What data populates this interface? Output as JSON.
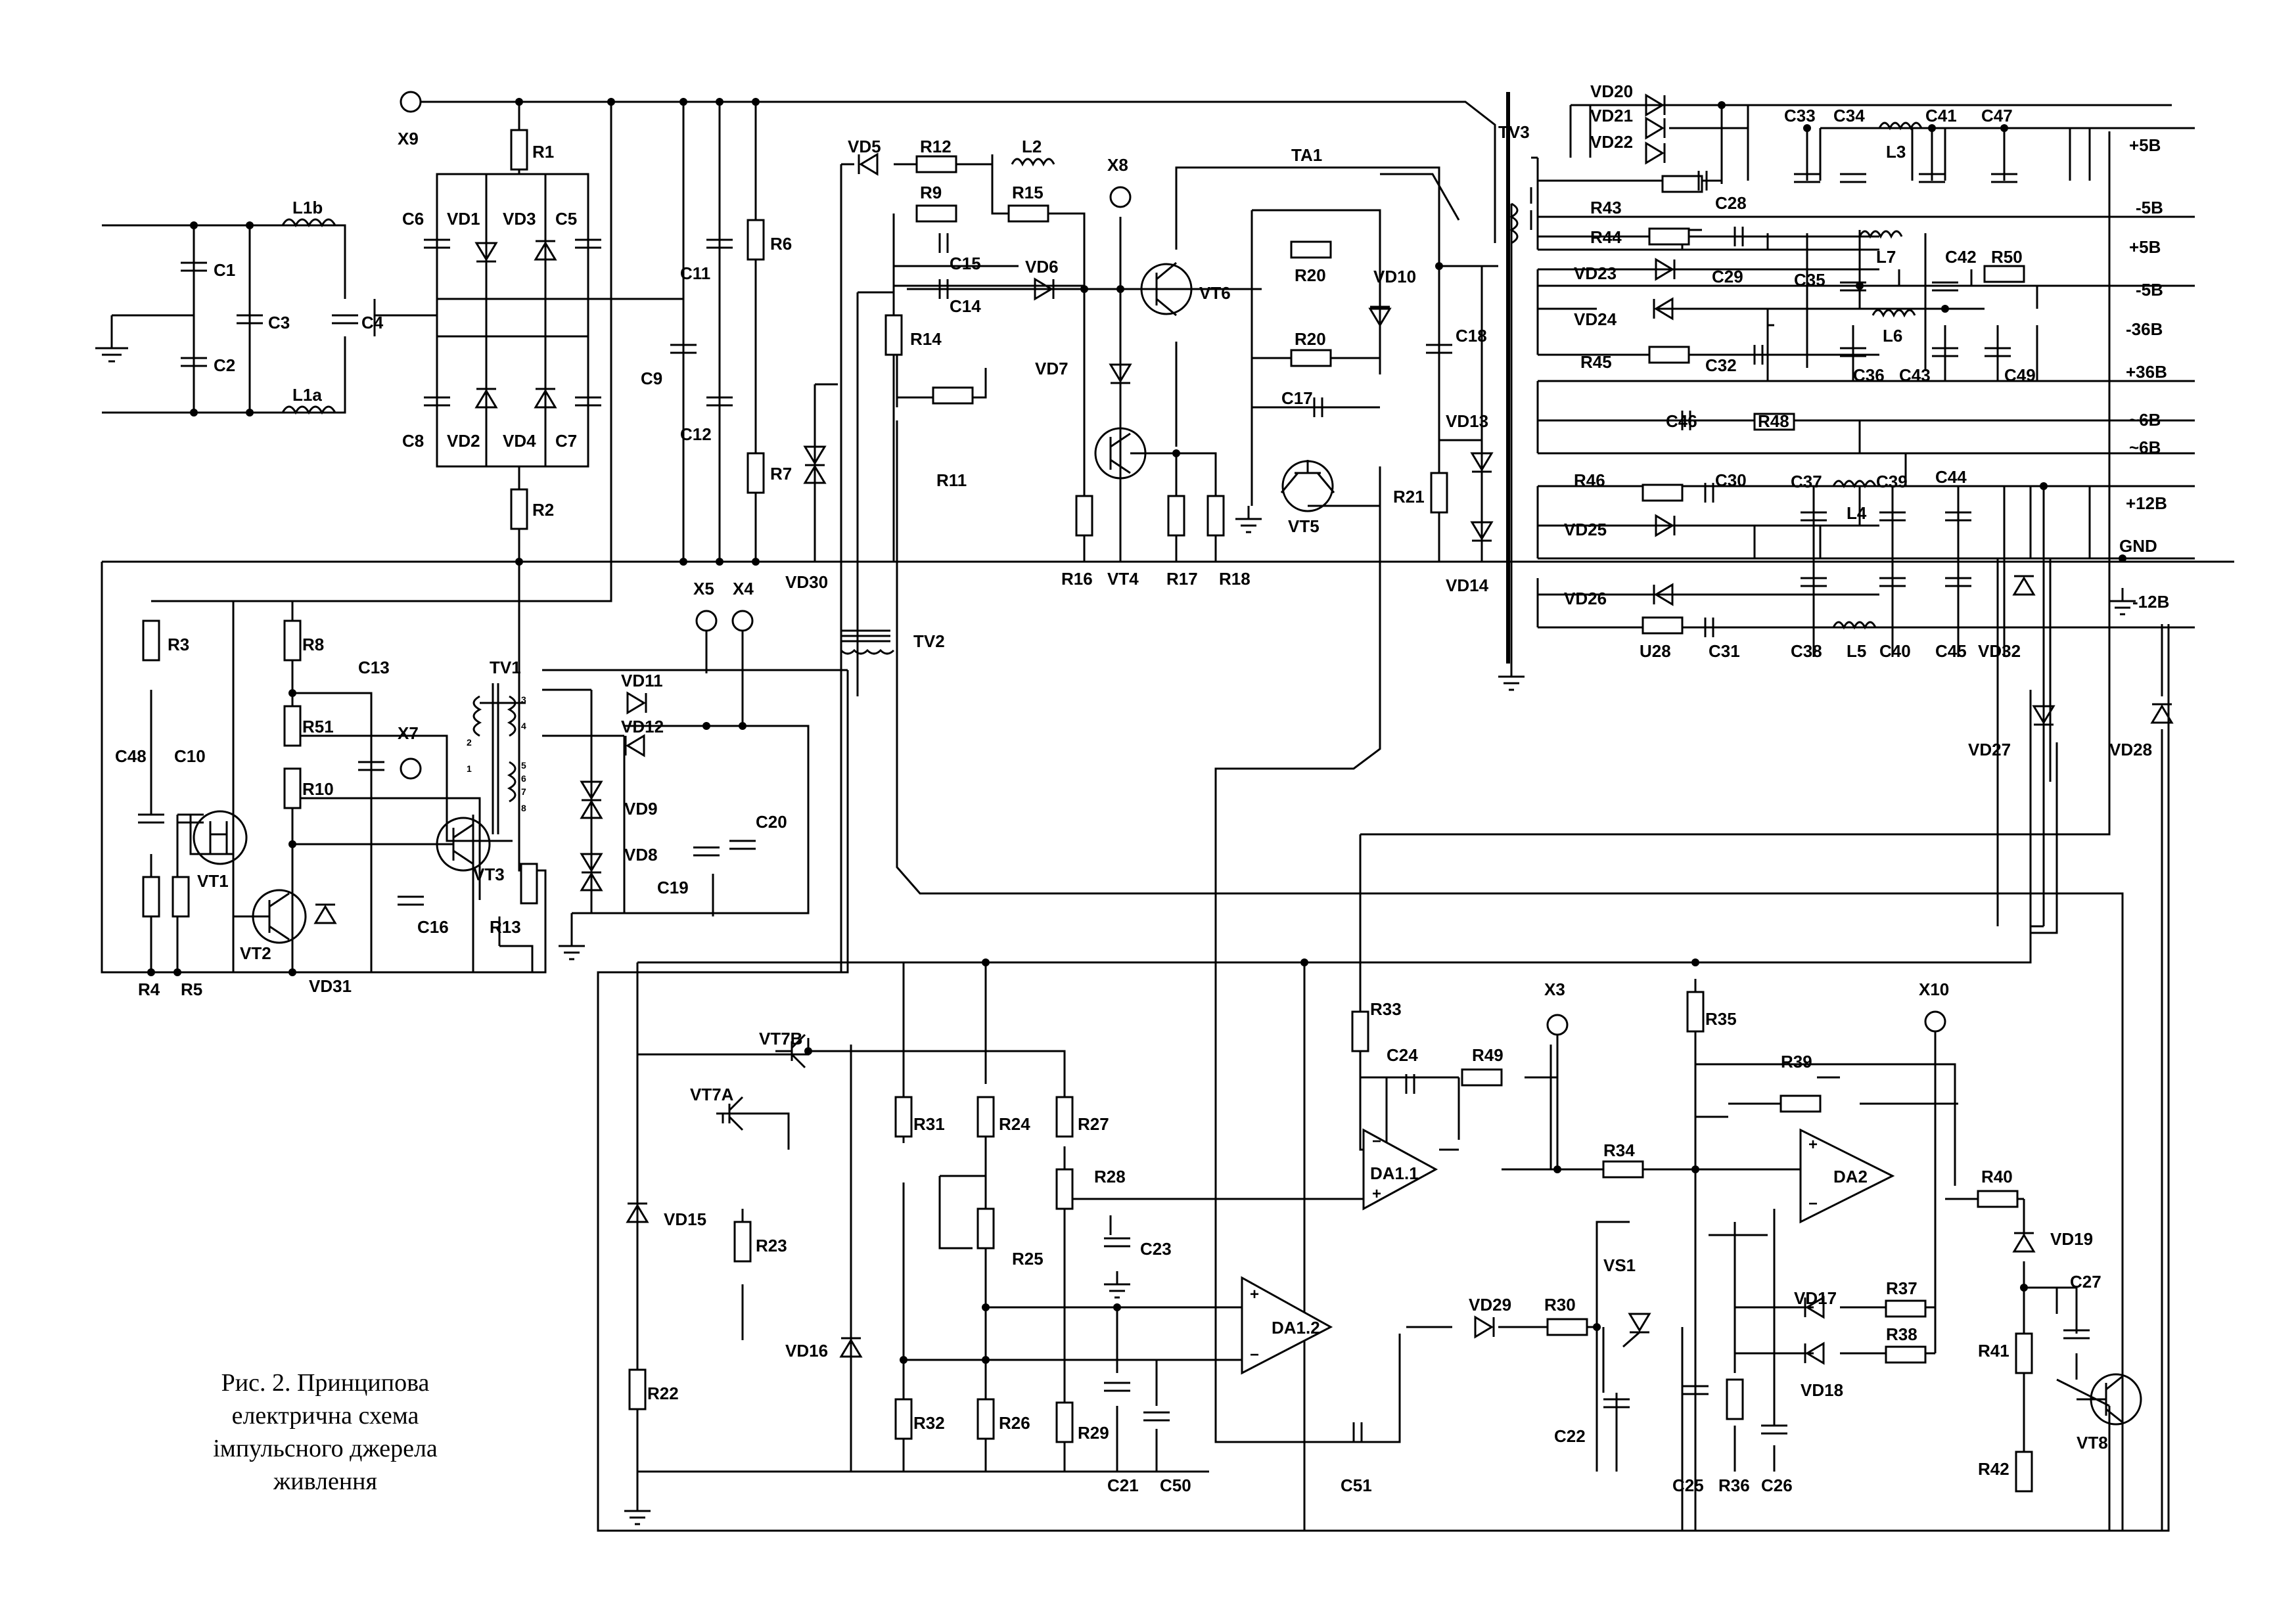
{
  "caption": [
    "Рис. 2. Принципова",
    "електрична схема",
    "імпульсного джерела",
    "живлення"
  ],
  "labels": {
    "X9": "X9",
    "R1": "R1",
    "R2": "R2",
    "C1": "C1",
    "C2": "C2",
    "C3": "C3",
    "C4": "C4",
    "L1b": "L1b",
    "L1a": "L1a",
    "C6": "C6",
    "VD1": "VD1",
    "VD3": "VD3",
    "C5": "C5",
    "C8": "C8",
    "VD2": "VD2",
    "VD4": "VD4",
    "C7": "C7",
    "C9": "C9",
    "C11": "C11",
    "C12": "C12",
    "R6": "R6",
    "R7": "R7",
    "VD5": "VD5",
    "R12": "R12",
    "L2": "L2",
    "R9": "R9",
    "R15": "R15",
    "C15": "C15",
    "C14": "C14",
    "VD6": "VD6",
    "R14": "R14",
    "R11": "R11",
    "VD30": "VD30",
    "TV2": "TV2",
    "X8": "X8",
    "VT6": "VT6",
    "VD7": "VD7",
    "VT4": "VT4",
    "R16": "R16",
    "R17": "R17",
    "R18": "R18",
    "TA1": "TA1",
    "R20a": "R20",
    "R20b": "R20",
    "C17": "C17",
    "VT5": "VT5",
    "VD10": "VD10",
    "C18": "C18",
    "VD13": "VD13",
    "R21": "R21",
    "VD14": "VD14",
    "TV3": "TV3",
    "VD20": "VD20",
    "VD21": "VD21",
    "VD22": "VD22",
    "R43": "R43",
    "C28": "C28",
    "C33": "C33",
    "C34": "C34",
    "L3": "L3",
    "C41": "C41",
    "C47": "C47",
    "R44": "R44",
    "VD23": "VD23",
    "C29": "C29",
    "C35": "C35",
    "L7": "L7",
    "C42": "C42",
    "R50": "R50",
    "VD24": "VD24",
    "R45": "R45",
    "C32": "C32",
    "L6": "L6",
    "C36": "C36",
    "C43": "C43",
    "C49": "C49",
    "C46": "C46",
    "R48": "R48",
    "R46": "R46",
    "C30": "C30",
    "VD25": "VD25",
    "C37": "C37",
    "L4": "L4",
    "C39": "C39",
    "C44": "C44",
    "VD26": "VD26",
    "U28": "U28",
    "C31": "C31",
    "C38": "C38",
    "L5": "L5",
    "C40": "C40",
    "C45": "C45",
    "VD32": "VD32",
    "VD27": "VD27",
    "VD28": "VD28",
    "R3": "R3",
    "R8": "R8",
    "C13": "C13",
    "TV1": "TV1",
    "R51": "R51",
    "X7": "X7",
    "C48": "C48",
    "C10": "C10",
    "R10": "R10",
    "VT1": "VT1",
    "VT3": "VT3",
    "C16": "C16",
    "R13": "R13",
    "VT2": "VT2",
    "VD31": "VD31",
    "R4": "R4",
    "R5": "R5",
    "X5": "X5",
    "X4": "X4",
    "VD11": "VD11",
    "VD12": "VD12",
    "VD9": "VD9",
    "VD8": "VD8",
    "C19": "C19",
    "C20": "C20",
    "VT7B": "VT7B",
    "VT7A": "VT7A",
    "VD15": "VD15",
    "R23": "R23",
    "R22": "R22",
    "VD16": "VD16",
    "R31": "R31",
    "R24": "R24",
    "R27": "R27",
    "R28": "R28",
    "R25": "R25",
    "C23": "C23",
    "R32": "R32",
    "R26": "R26",
    "R29": "R29",
    "C21": "C21",
    "C50": "C50",
    "DA1_2": "DA1.2",
    "C51": "C51",
    "R33": "R33",
    "C24": "C24",
    "R49": "R49",
    "X3": "X3",
    "DA1_1": "DA1.1",
    "R34": "R34",
    "VD29": "VD29",
    "R30": "R30",
    "VS1": "VS1",
    "C22": "C22",
    "R35": "R35",
    "R39": "R39",
    "X10": "X10",
    "DA2": "DA2",
    "VD17": "VD17",
    "R37": "R37",
    "VD18": "VD18",
    "R38": "R38",
    "C25": "C25",
    "R36": "R36",
    "C26": "C26",
    "R40": "R40",
    "VD19": "VD19",
    "C27": "C27",
    "R41": "R41",
    "VT8": "VT8",
    "R42": "R42"
  },
  "outputs": [
    "+5В",
    "-5В",
    "+5В",
    "-5В",
    "-36В",
    "+36В",
    "~6В",
    "~6В",
    "+12В",
    "GND",
    "-12В"
  ],
  "pins": [
    "3",
    "2",
    "1",
    "4",
    "5",
    "6",
    "7",
    "8"
  ]
}
